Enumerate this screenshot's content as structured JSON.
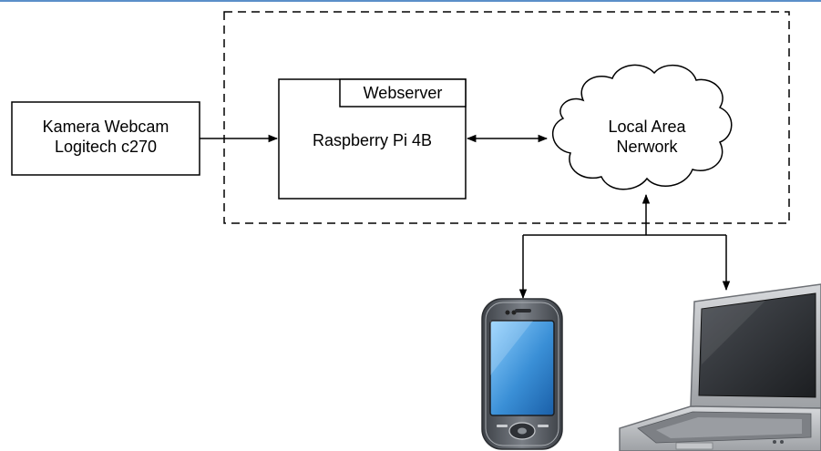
{
  "camera": {
    "line1": "Kamera Webcam",
    "line2": "Logitech c270"
  },
  "raspberry": {
    "label": "Raspberry Pi 4B",
    "tab_label": "Webserver"
  },
  "lan": {
    "line1": "Local Area",
    "line2": "Nerwork"
  },
  "colors": {
    "top_rule": "#5b8fc9",
    "stroke": "#000000",
    "phone_screen": "#3a8fd6",
    "phone_body": "#5a5f66",
    "laptop_body": "#b9bcc0",
    "laptop_screen": "#2f3236"
  }
}
